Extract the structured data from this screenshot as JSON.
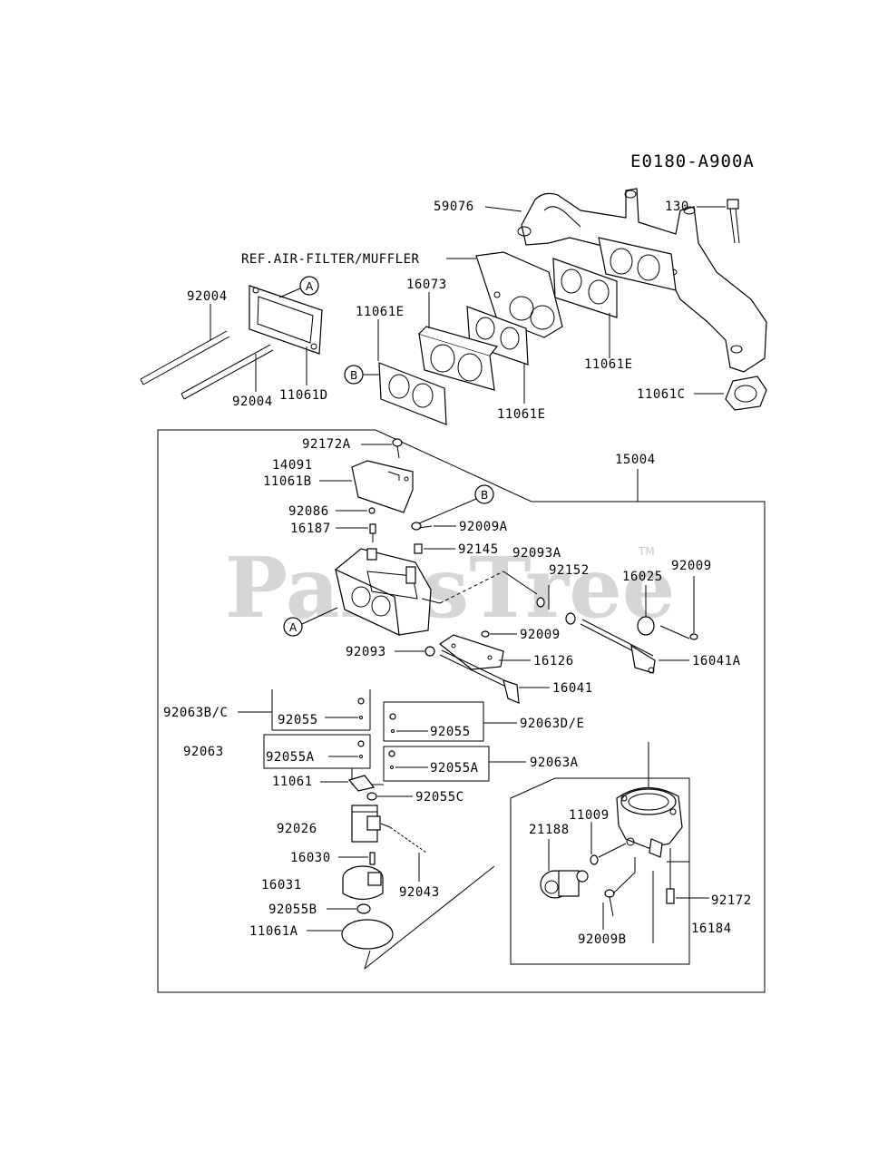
{
  "diagram_code": "E0180-A900A",
  "watermark": "PartsTree",
  "watermark_tm": "TM",
  "ref_note": "REF.AIR-FILTER/MUFFLER",
  "callouts": {
    "a": "A",
    "b": "B"
  },
  "parts": {
    "p130": "130",
    "p59076": "59076",
    "p92004_top": "92004",
    "p92004_bottom": "92004",
    "p16073": "16073",
    "p11061E_left": "11061E",
    "p11061E_mid": "11061E",
    "p11061E_right": "11061E",
    "p11061D": "11061D",
    "p11061C": "11061C",
    "p15004": "15004",
    "p92172A": "92172A",
    "p14091": "14091",
    "p11061B": "11061B",
    "p92086": "92086",
    "p16187": "16187",
    "p92009A": "92009A",
    "p92145": "92145",
    "p92093A": "92093A",
    "p92152": "92152",
    "p16025": "16025",
    "p92009_right": "92009",
    "p92009_mid": "92009",
    "p16041A": "16041A",
    "p92093": "92093",
    "p16126": "16126",
    "p16041": "16041",
    "p92063BC": "92063B/C",
    "p92055_a": "92055",
    "p92055_b": "92055",
    "p92063DE": "92063D/E",
    "p92063": "92063",
    "p92055A_a": "92055A",
    "p92055A_b": "92055A",
    "p92063A": "92063A",
    "p11061": "11061",
    "p92055C": "92055C",
    "p92026": "92026",
    "p16030": "16030",
    "p92043": "92043",
    "p16031": "16031",
    "p92055B": "92055B",
    "p11061A": "11061A",
    "p21188": "21188",
    "p11009": "11009",
    "p92009B": "92009B",
    "p92172": "92172",
    "p16184": "16184"
  }
}
